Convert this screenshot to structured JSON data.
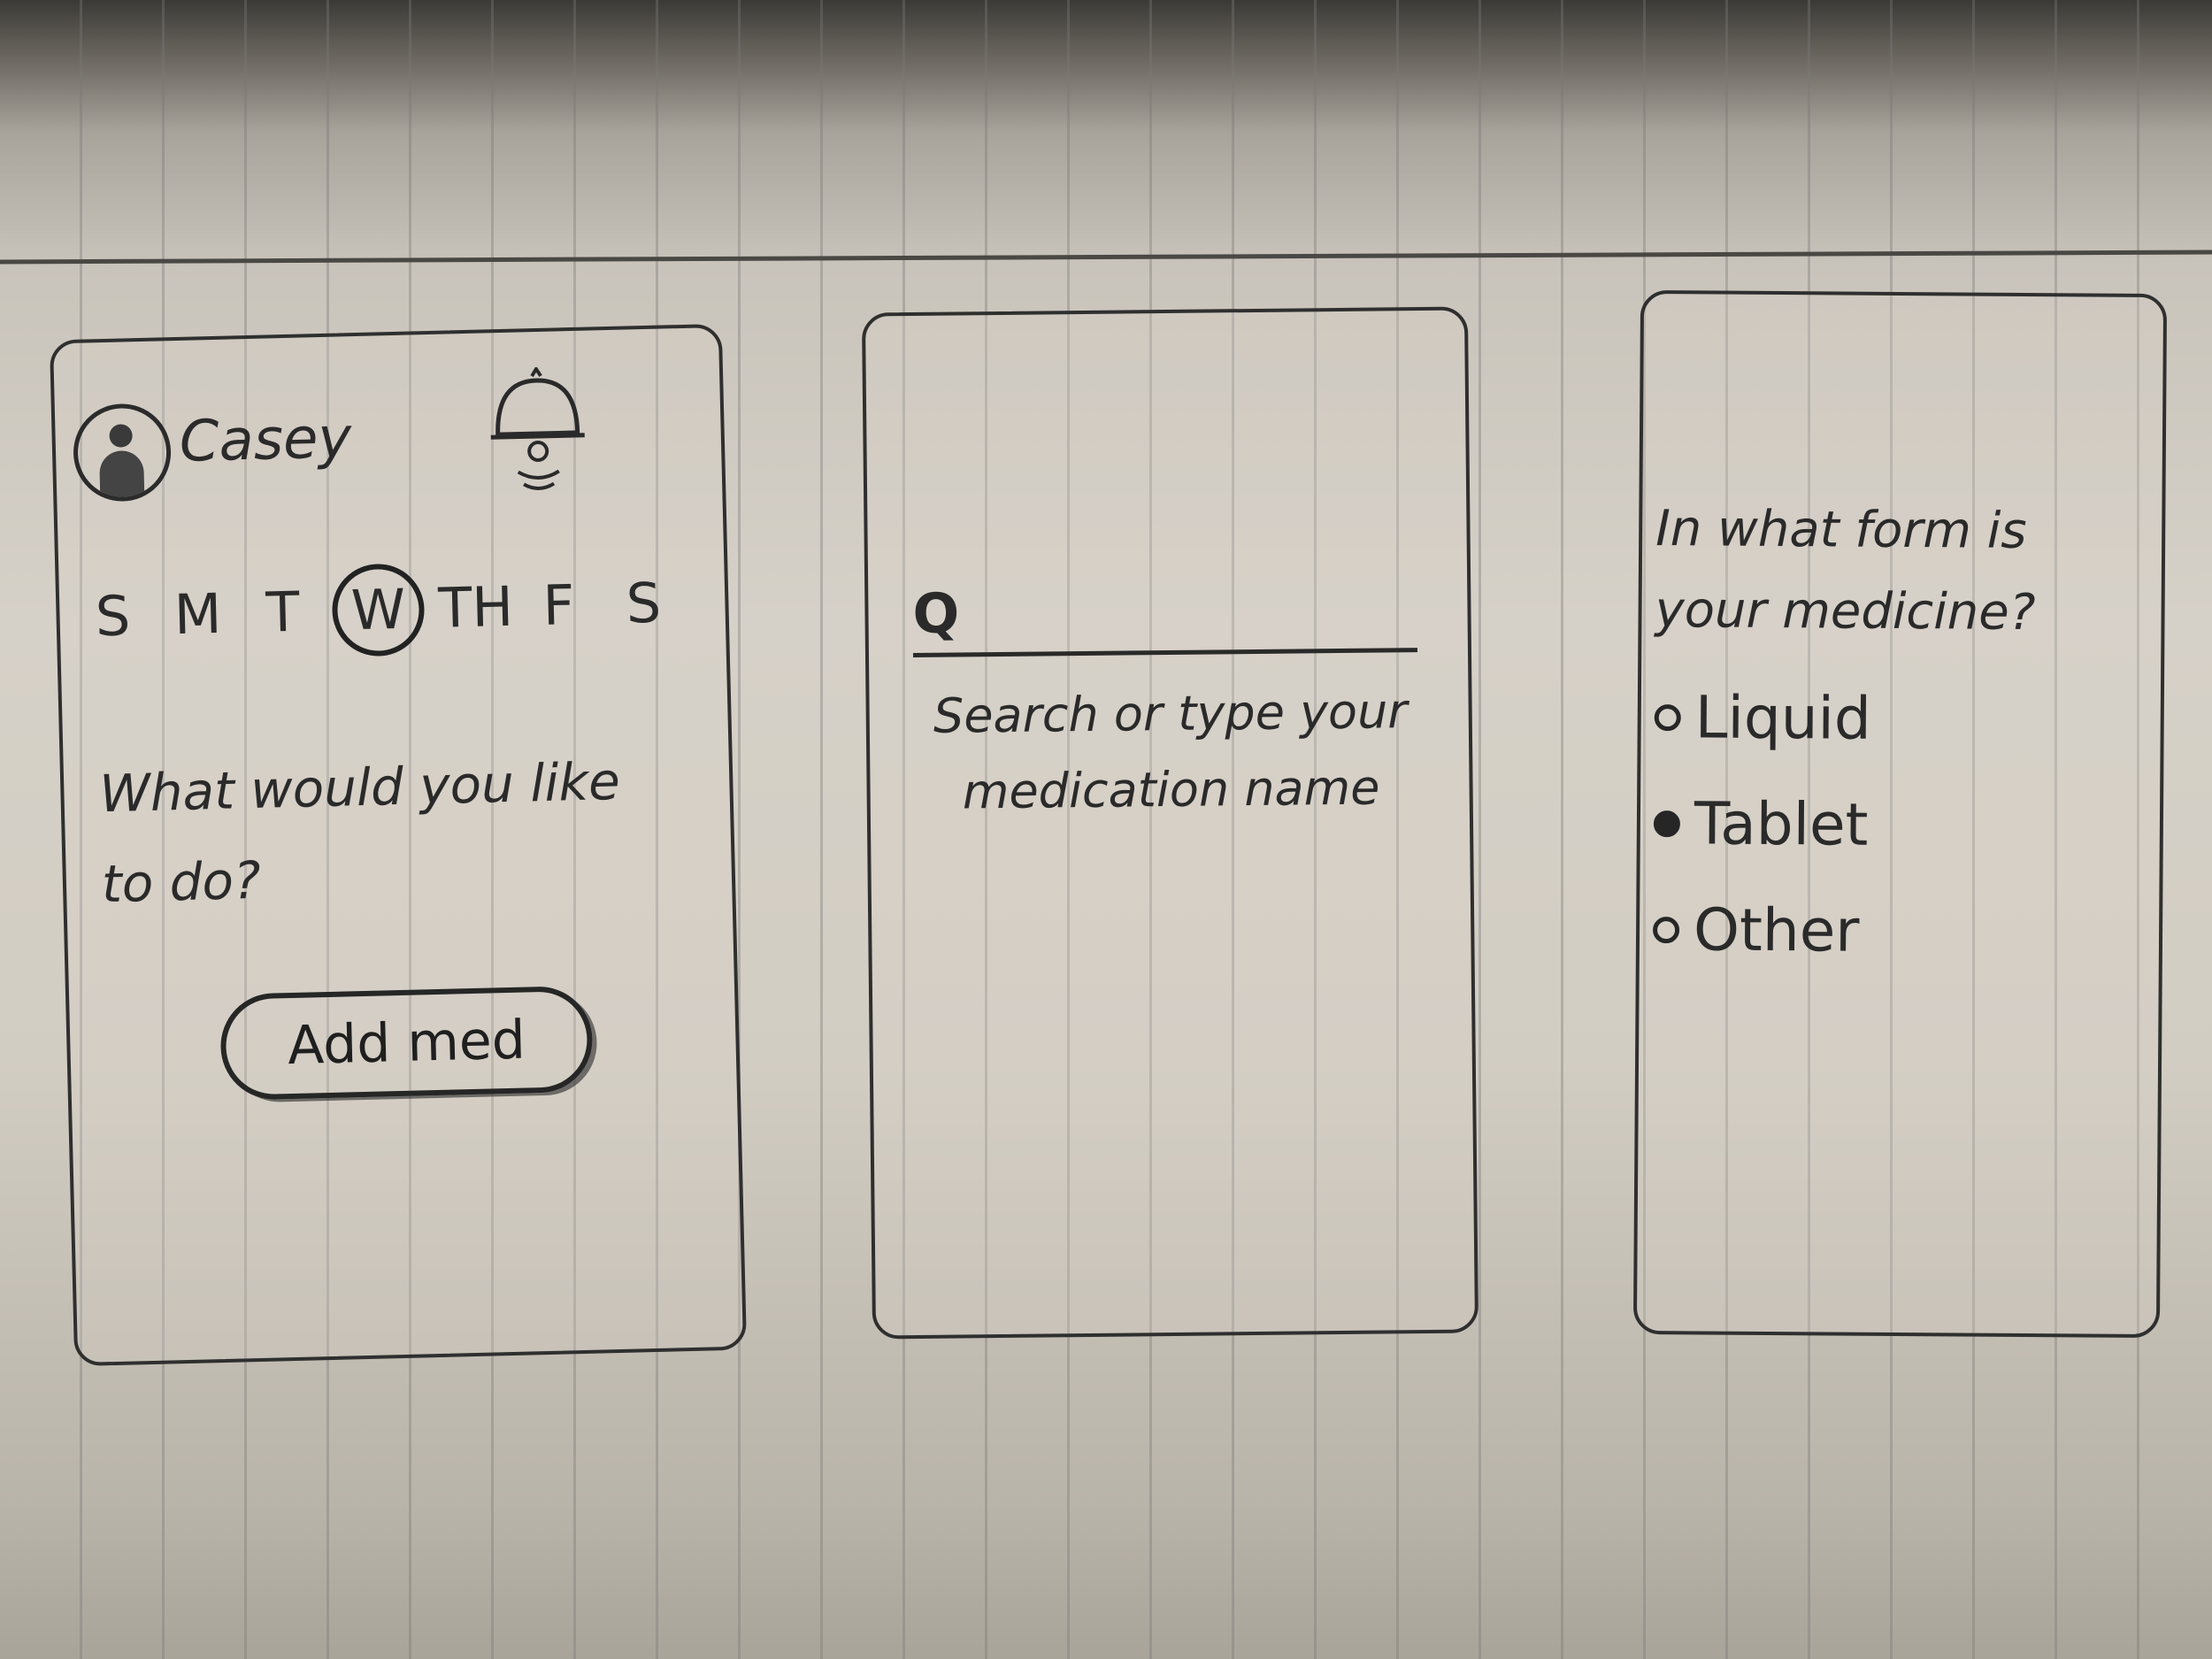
{
  "home": {
    "user_name": "Casey",
    "days": [
      "S",
      "M",
      "T",
      "W",
      "TH",
      "F",
      "S"
    ],
    "selected_day": "W",
    "prompt": "What would you like to do?",
    "add_button": "Add med",
    "icons": {
      "avatar": "user-avatar-icon",
      "notification": "bell-icon"
    }
  },
  "search": {
    "icon": "search-icon",
    "glyph": "Q",
    "placeholder": "Search or type your medication name"
  },
  "form": {
    "question": "In what form is your medicine?",
    "options": [
      {
        "label": "Liquid",
        "selected": false
      },
      {
        "label": "Tablet",
        "selected": true
      },
      {
        "label": "Other",
        "selected": false
      }
    ]
  },
  "colors": {
    "ink": "#2a2a2a",
    "paper": "#d6d1c8",
    "rule": "#8a8a8a"
  }
}
